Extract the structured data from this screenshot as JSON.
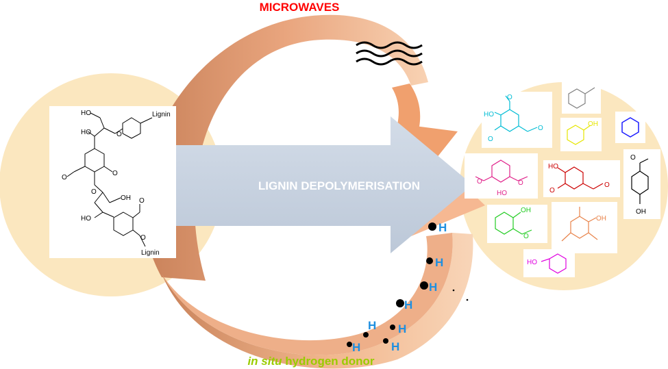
{
  "top_label": "MICROWAVES",
  "center_label": "LIGNIN DEPOLYMERISATION",
  "bottom_label": {
    "italic": "in situ",
    "rest": " hydrogen donor"
  },
  "lignin_structure": {
    "labels": [
      "HO",
      "Lignin",
      "HO",
      "O",
      "O",
      "O",
      "O",
      "OH",
      "HO",
      "O",
      "O",
      "Lignin"
    ]
  },
  "hydrogen_label": "H",
  "products": [
    {
      "name": "syringaldehyde-like",
      "color": "#00bcd4",
      "labels": [
        "O",
        "HO",
        "O",
        "O"
      ]
    },
    {
      "name": "toluene",
      "color": "#808080",
      "labels": []
    },
    {
      "name": "phenol-yellow",
      "color": "#e6e600",
      "labels": [
        "OH"
      ]
    },
    {
      "name": "benzene",
      "color": "#1a1aff",
      "labels": []
    },
    {
      "name": "syringol",
      "color": "#e0218a",
      "labels": [
        "O",
        "O",
        "HO"
      ]
    },
    {
      "name": "vanillin",
      "color": "#cc0000",
      "labels": [
        "HO",
        "O",
        "O"
      ]
    },
    {
      "name": "acetophenol",
      "color": "#000000",
      "labels": [
        "O",
        "OH"
      ]
    },
    {
      "name": "guaiacol",
      "color": "#22cc22",
      "labels": [
        "OH",
        "O"
      ]
    },
    {
      "name": "trimethylphenol",
      "color": "#e8834a",
      "labels": [
        "OH"
      ]
    },
    {
      "name": "phenol-magenta",
      "color": "#e000e0",
      "labels": [
        "HO"
      ]
    }
  ],
  "colors": {
    "circle_fill": "#fbe7bf",
    "arrow_center": "#c7d2e0",
    "arc_dark": "#c9825a",
    "arc_light": "#f6c7a2",
    "microwaves": "#ff0000",
    "bottom_text": "#99cc00",
    "hydrogen": "#1e8fe0"
  }
}
